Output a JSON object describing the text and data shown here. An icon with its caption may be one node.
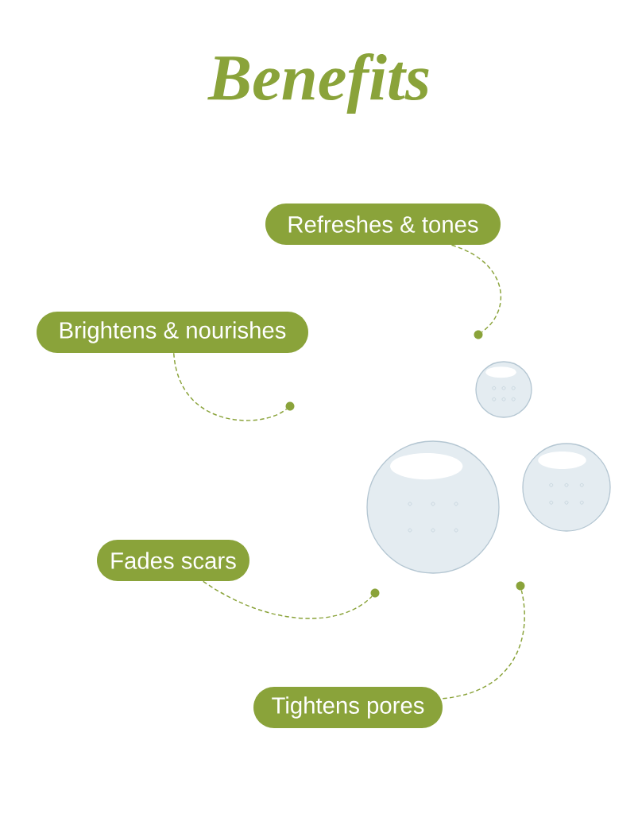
{
  "diagram": {
    "title": "Benefits",
    "nodes": [
      {
        "text": [
          "Refreshes & tones"
        ]
      },
      {
        "text": [
          "Brightens & nourishes"
        ]
      },
      {
        "text": [
          "Fades scars"
        ]
      },
      {
        "text": [
          "Tightens pores"
        ]
      },
      {
        "text": [],
        "shape": "circle"
      },
      {
        "text": [],
        "shape": "circle"
      },
      {
        "text": [],
        "shape": "circle"
      },
      {
        "text": [],
        "shape": "circle"
      }
    ],
    "edges": [
      {
        "from": 0,
        "to": 4,
        "arrow": "none",
        "style": "dashed"
      },
      {
        "from": 1,
        "to": 5,
        "arrow": "none",
        "style": "dashed"
      },
      {
        "from": 2,
        "to": 6,
        "arrow": "none",
        "style": "dashed"
      },
      {
        "from": 3,
        "to": 7,
        "arrow": "none",
        "style": "dashed"
      }
    ]
  }
}
